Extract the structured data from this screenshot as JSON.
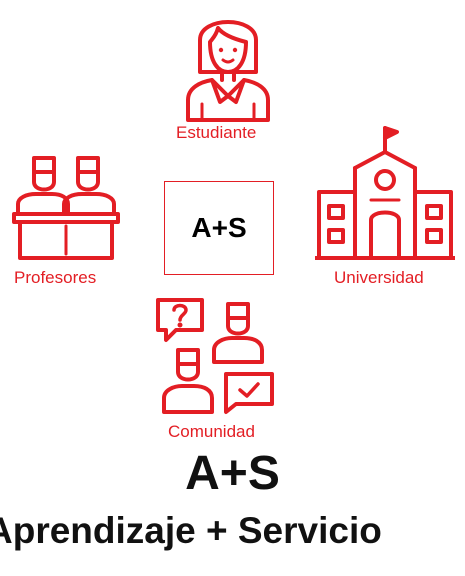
{
  "nodes": {
    "student": "Estudiante",
    "teachers": "Profesores",
    "university": "Universidad",
    "community": "Comunidad"
  },
  "center_label": "A+S",
  "title": "A+S",
  "subtitle": "Aprendizaje + Servicio",
  "colors": {
    "accent": "#e31e24",
    "text": "#111111"
  },
  "icons": [
    "student-icon",
    "teachers-icon",
    "university-icon",
    "community-icon"
  ]
}
